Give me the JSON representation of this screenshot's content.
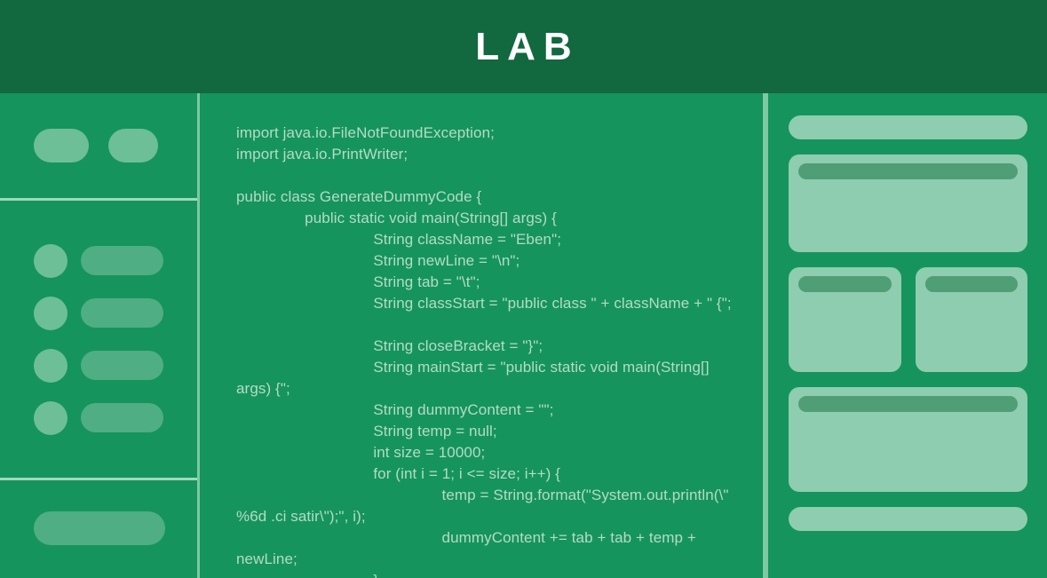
{
  "header": {
    "title": "LAB",
    "background_color": "#12683f",
    "text_color": "#ffffff"
  },
  "theme": {
    "page_background": "#16945e",
    "skeleton_light": "#8ecdaf",
    "skeleton_mid": "#6dbf97",
    "skeleton_dark": "#4f9e76",
    "divider": "#9fd9bd",
    "code_text": "#b3dcc6"
  },
  "sidebar": {
    "top_section": {
      "placeholders": [
        "pill-wide",
        "pill-narrow"
      ]
    },
    "list_section": {
      "items": [
        {
          "icon": "circle-placeholder",
          "label_placeholder": "bar-placeholder"
        },
        {
          "icon": "circle-placeholder",
          "label_placeholder": "bar-placeholder"
        },
        {
          "icon": "circle-placeholder",
          "label_placeholder": "bar-placeholder"
        },
        {
          "icon": "circle-placeholder",
          "label_placeholder": "bar-placeholder"
        }
      ]
    },
    "bottom_section": {
      "placeholders": [
        "wide-pill-placeholder"
      ]
    }
  },
  "code": {
    "language": "java",
    "content": "import java.io.FileNotFoundException;\nimport java.io.PrintWriter;\n\npublic class GenerateDummyCode {\n\t\tpublic static void main(String[] args) {\n\t\t\t\tString className = \"Eben\";\n\t\t\t\tString newLine = \"\\n\";\n\t\t\t\tString tab = \"\\t\";\n\t\t\t\tString classStart = \"public class \" + className + \" {\";\n\n\t\t\t\tString closeBracket = \"}\";\n\t\t\t\tString mainStart = \"public static void main(String[] args) {\";\n\t\t\t\tString dummyContent = \"\";\n\t\t\t\tString temp = null;\n\t\t\t\tint size = 10000;\n\t\t\t\tfor (int i = 1; i <= size; i++) {\n\t\t\t\t\t\ttemp = String.format(\"System.out.println(\\\" %6d .ci satir\\\");\", i);\n\t\t\t\t\t\tdummyContent += tab + tab + temp + newLine;\n\t\t\t\t}"
  },
  "right_panel": {
    "blocks": [
      {
        "type": "bar"
      },
      {
        "type": "card",
        "size": "large",
        "has_header": true
      },
      {
        "type": "card-row",
        "cards": [
          {
            "type": "card",
            "size": "medium",
            "has_header": true
          },
          {
            "type": "card",
            "size": "medium",
            "has_header": true
          }
        ]
      },
      {
        "type": "card",
        "size": "medium",
        "has_header": true
      },
      {
        "type": "bar"
      }
    ]
  }
}
